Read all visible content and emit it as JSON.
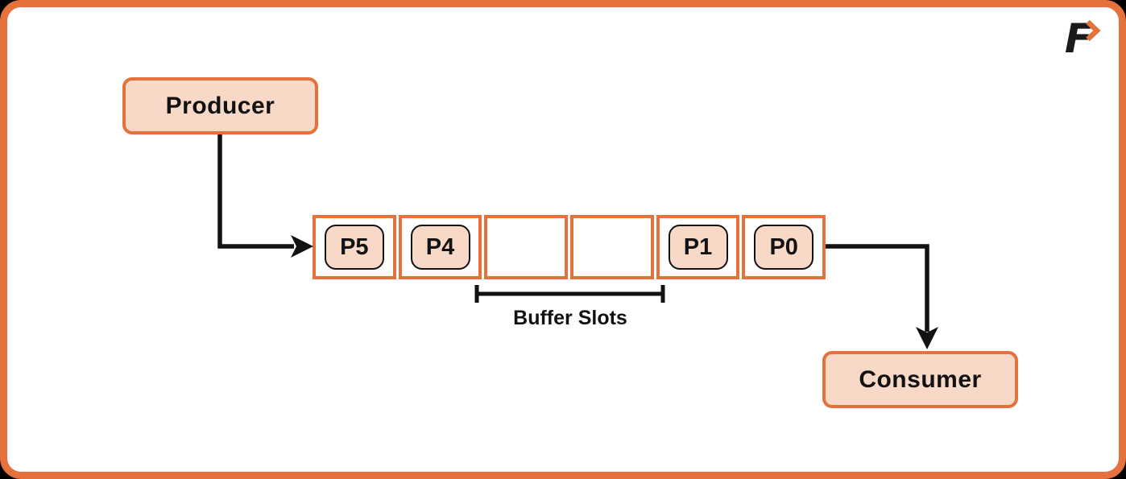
{
  "logo": {
    "letter": "F",
    "chevron_icon": "right-chevron"
  },
  "nodes": {
    "producer": "Producer",
    "consumer": "Consumer"
  },
  "buffer": {
    "slots": [
      {
        "label": "P5",
        "filled": true
      },
      {
        "label": "P4",
        "filled": true
      },
      {
        "label": "",
        "filled": false
      },
      {
        "label": "",
        "filled": false
      },
      {
        "label": "P1",
        "filled": true
      },
      {
        "label": "P0",
        "filled": true
      }
    ],
    "bracket_label": "Buffer Slots"
  },
  "colors": {
    "accent_orange": "#E5713C",
    "fill_peach": "#F8D8C6",
    "line_black": "#121212"
  }
}
